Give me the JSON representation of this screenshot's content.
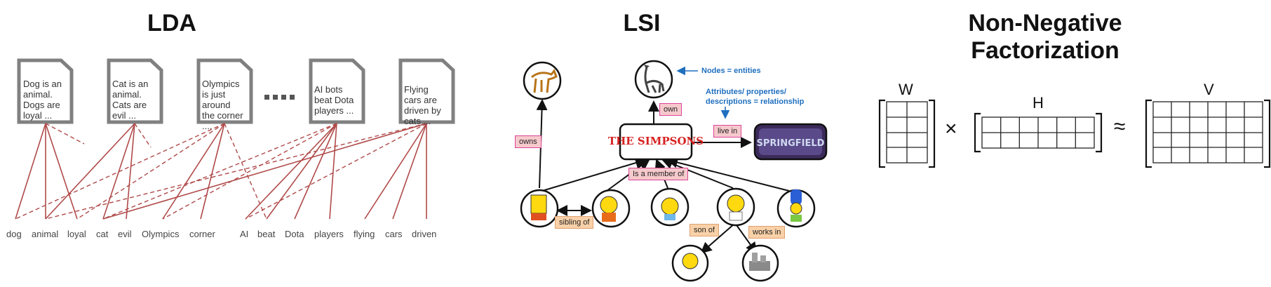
{
  "lda": {
    "title": "LDA",
    "documents": [
      {
        "text": "Dog is an animal. Dogs are loyal ..."
      },
      {
        "text": "Cat is an animal. Cats are evil ..."
      },
      {
        "text": "Olympics is just around the corner ...."
      },
      {
        "text": "AI bots beat Dota players ..."
      },
      {
        "text": "Flying cars are driven by cats ..."
      }
    ],
    "ellipsis": "....",
    "words": [
      "dog",
      "animal",
      "loyal",
      "cat",
      "evil",
      "Olympics",
      "corner",
      "AI",
      "beat",
      "Dota",
      "players",
      "flying",
      "cars",
      "driven"
    ]
  },
  "lsi": {
    "title": "LSI",
    "labels": {
      "own": "own",
      "owns": "owns",
      "live_in": "live in",
      "member_of": "Is a member of",
      "sibling_of": "sibling of",
      "son_of": "son of",
      "works_in": "works in"
    },
    "notes": {
      "nodes": "Nodes = entities",
      "attributes": "Attributes/ properties/ descriptions = relationship"
    },
    "logo_text": "THE SIMPSONS",
    "place_text": "SPRINGFIELD"
  },
  "nmf": {
    "title": "Non-Negative Factorization",
    "w_label": "W",
    "h_label": "H",
    "v_label": "V",
    "times": "×",
    "approx": "≈"
  },
  "colors": {
    "edge": "#b04a4a",
    "doc_border": "#808080",
    "note_blue": "#1f6fbf"
  }
}
